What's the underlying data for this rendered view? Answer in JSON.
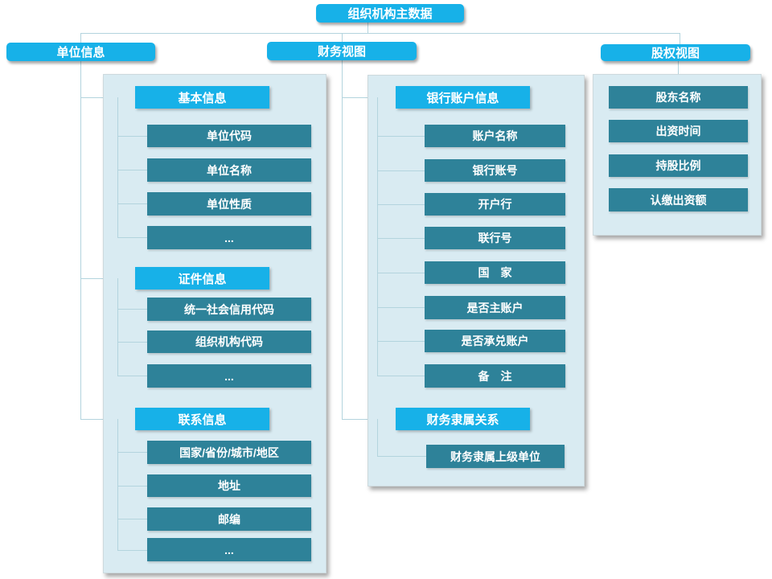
{
  "root": {
    "label": "组织机构主数据"
  },
  "branches": [
    {
      "label": "单位信息",
      "sections": [
        {
          "label": "基本信息",
          "items": [
            "单位代码",
            "单位名称",
            "单位性质",
            "..."
          ]
        },
        {
          "label": "证件信息",
          "items": [
            "统一社会信用代码",
            "组织机构代码",
            "..."
          ]
        },
        {
          "label": "联系信息",
          "items": [
            "国家/省份/城市/地区",
            "地址",
            "邮编",
            "..."
          ]
        }
      ]
    },
    {
      "label": "财务视图",
      "sections": [
        {
          "label": "银行账户信息",
          "items": [
            "账户名称",
            "银行账号",
            "开户行",
            "联行号",
            "国　家",
            "是否主账户",
            "是否承兑账户",
            "备　注"
          ]
        },
        {
          "label": "财务隶属关系",
          "items": [
            "财务隶属上级单位"
          ]
        }
      ]
    },
    {
      "label": "股权视图",
      "sections": [
        {
          "label": "",
          "items": [
            "股东名称",
            "出资时间",
            "持股比例",
            "认缴出资额"
          ]
        }
      ]
    }
  ],
  "colors": {
    "accent_cyan": "#17b1e8",
    "item_teal": "#2e8299",
    "panel_bg": "#d9ebf2",
    "connector_line": "#b3d4de",
    "text": "#ffffff"
  }
}
